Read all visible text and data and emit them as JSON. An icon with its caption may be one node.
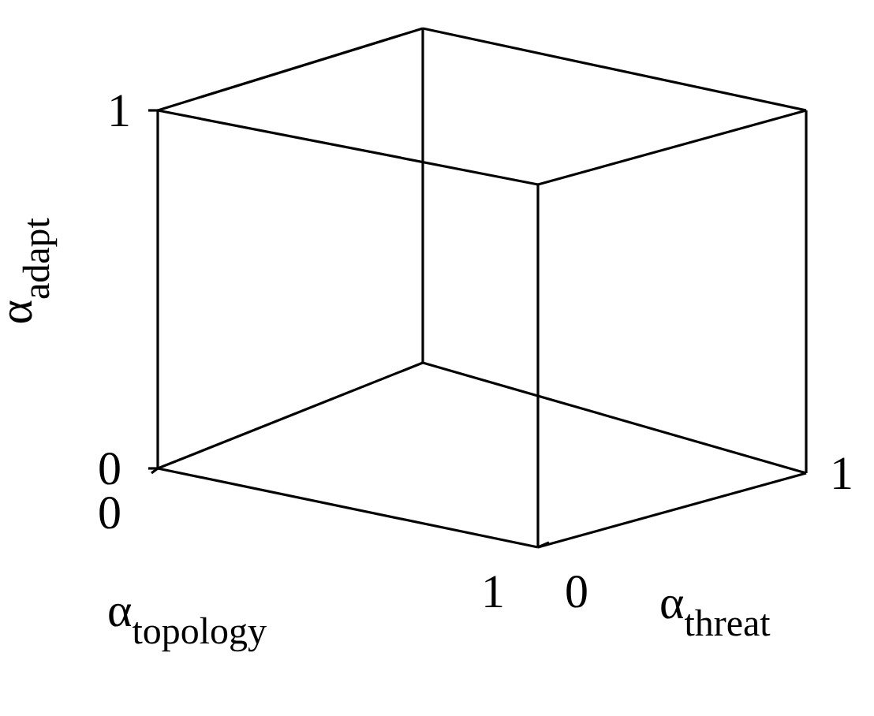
{
  "diagram": {
    "labels": [
      "1",
      "α$_{adapt}$",
      "0",
      "0",
      "1",
      "0",
      "1",
      "α$_{topology}$",
      "α$_{threat}$"
    ]
  }
}
